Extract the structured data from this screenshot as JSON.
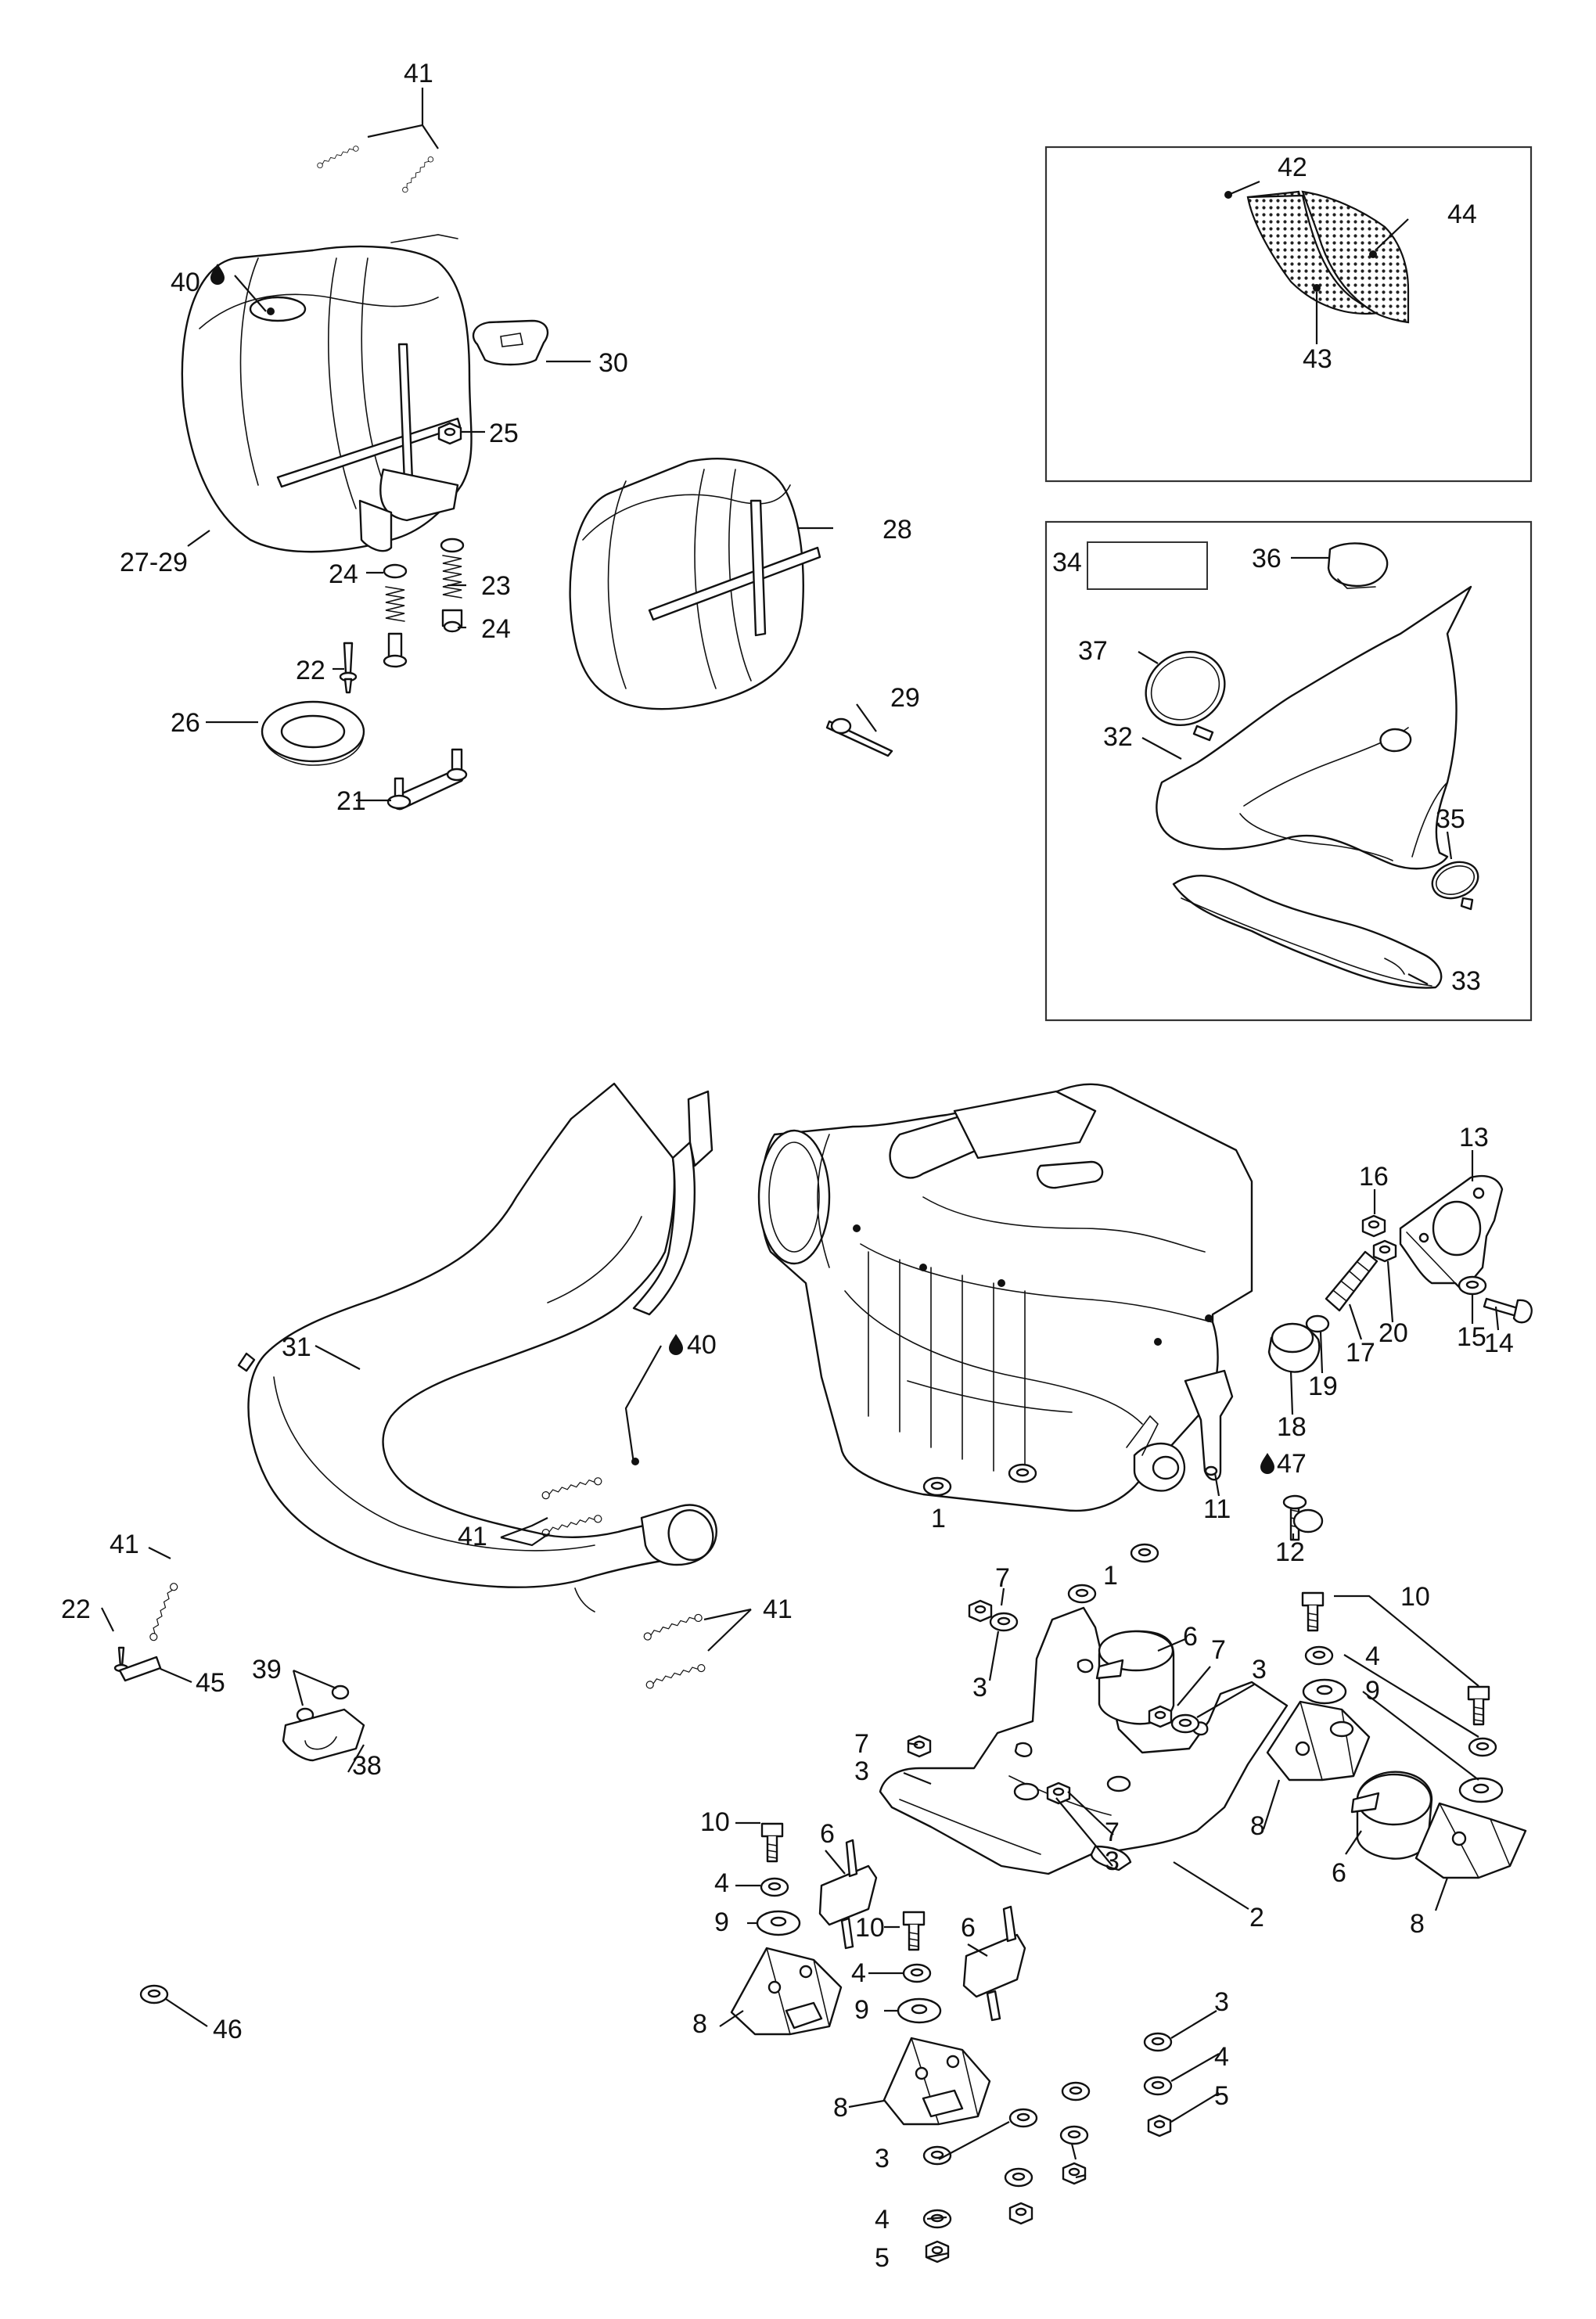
{
  "callouts": {
    "c41_top": "41",
    "c40_top": "40",
    "c30": "30",
    "c25": "25",
    "c28": "28",
    "c27_29": "27-29",
    "c24a": "24",
    "c23": "23",
    "c24b": "24",
    "c22_top": "22",
    "c26": "26",
    "c29": "29",
    "c21": "21",
    "c42": "42",
    "c44": "44",
    "c43": "43",
    "c34": "34",
    "c36": "36",
    "c37": "37",
    "c32": "32",
    "c35": "35",
    "c33": "33",
    "c13": "13",
    "c16": "16",
    "c20": "20",
    "c15": "15",
    "c14": "14",
    "c17": "17",
    "c19": "19",
    "c18": "18",
    "c31": "31",
    "c40_mid": "40",
    "c47": "47",
    "c11": "11",
    "c12": "12",
    "c1a": "1",
    "c1b": "1",
    "c41_left": "41",
    "c41_mid": "41",
    "c41_right": "41",
    "c22_mid": "22",
    "c45": "45",
    "c39": "39",
    "c38": "38",
    "c7a": "7",
    "c3a": "3",
    "c6a": "6",
    "c7b": "7",
    "c3b": "3",
    "c10a": "10",
    "c4a": "4",
    "c9a": "9",
    "c7c": "7",
    "c3c": "3",
    "c7d": "7",
    "c3d": "3",
    "c2": "2",
    "c8a": "8",
    "c6b": "6",
    "c8b": "8",
    "c10b": "10",
    "c4b": "4",
    "c9b": "9",
    "c6c": "6",
    "c10c": "10",
    "c6d": "6",
    "c4c": "4",
    "c9c": "9",
    "c8c": "8",
    "c8d": "8",
    "c46": "46",
    "c3e": "3",
    "c4d": "4",
    "c5a": "5",
    "c3f": "3",
    "c4e": "4",
    "c5b": "5"
  },
  "icons": {
    "oil_drop": "oil-drop-icon"
  }
}
